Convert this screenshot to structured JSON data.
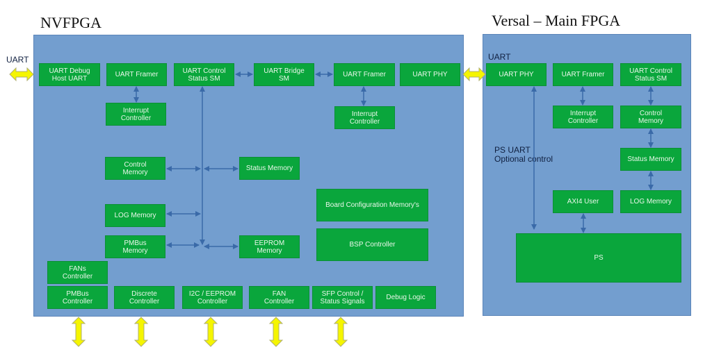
{
  "nvfpga": {
    "title": "NVFPGA",
    "uart_label": "UART",
    "blocks": {
      "uart_debug": "UART Debug\nHost UART",
      "uart_framer1": "UART Framer",
      "uart_ctrl_sm": "UART Control\nStatus SM",
      "uart_bridge": "UART Bridge\nSM",
      "uart_framer2": "UART Framer",
      "uart_phy": "UART PHY",
      "int_ctrl1": "Interrupt\nController",
      "int_ctrl2": "Interrupt\nController",
      "control_mem": "Control\nMemory",
      "status_mem": "Status Memory",
      "log_mem": "LOG Memory",
      "pmbus_mem": "PMBus\nMemory",
      "eeprom_mem": "EEPROM\nMemory",
      "board_cfg": "Board Configuration Memory's",
      "bsp_ctrl": "BSP Controller",
      "fans_ctrl": "FANs\nController",
      "pmbus_ctrl": "PMBus\nController",
      "discrete_ctrl": "Discrete\nController",
      "i2c_ctrl": "I2C / EEPROM\nController",
      "fan_ctrl": "FAN\nController",
      "sfp_ctrl": "SFP Control /\nStatus Signals",
      "debug_logic": "Debug Logic"
    }
  },
  "versal": {
    "title": "Versal – Main FPGA",
    "uart_label": "UART",
    "ps_uart_label": "PS UART\nOptional control",
    "blocks": {
      "uart_phy": "UART PHY",
      "uart_framer": "UART Framer",
      "uart_ctrl_sm": "UART Control\nStatus SM",
      "int_ctrl": "Interrupt\nController",
      "control_mem": "Control\nMemory",
      "status_mem": "Status Memory",
      "axi4_user": "AXI4 User",
      "log_mem": "LOG Memory",
      "ps": "PS"
    }
  },
  "colors": {
    "fpga_bg": "#739ecf",
    "block_bg": "#0aa63c",
    "arrow": "#3a6aa8",
    "io_arrow": "#f5f500"
  }
}
